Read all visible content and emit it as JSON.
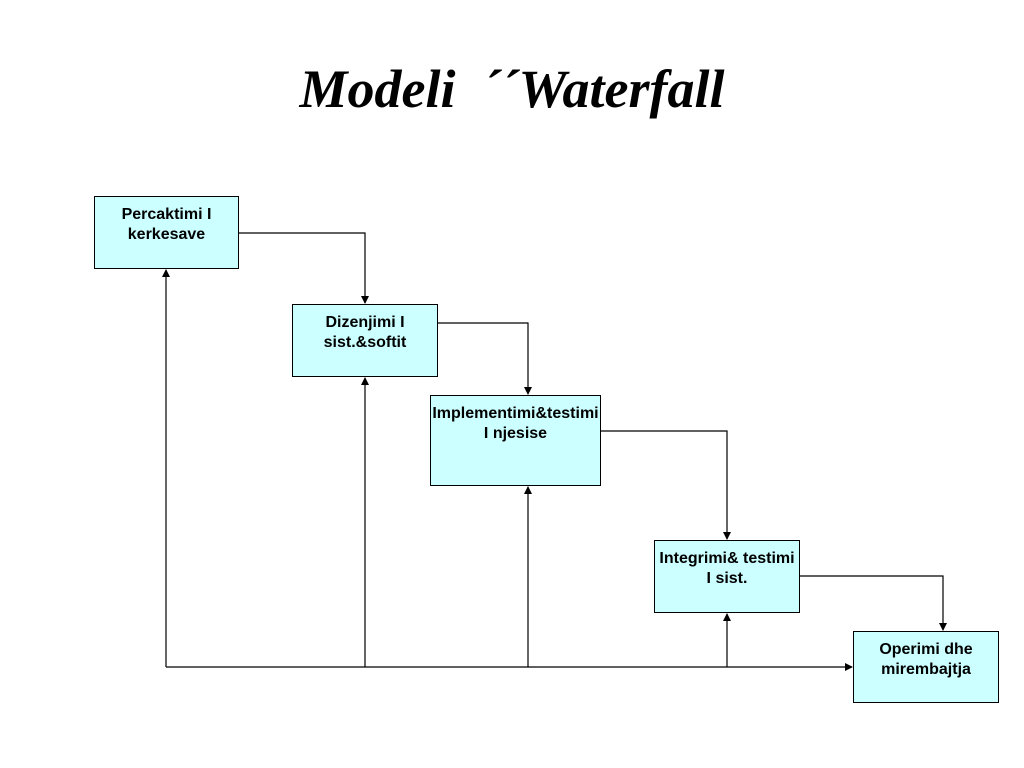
{
  "title": "Modeli  ´´Waterfall",
  "colors": {
    "box_fill": "#ccffff",
    "line": "#000000",
    "text": "#000000"
  },
  "phases": [
    {
      "id": "req",
      "label": "Percaktimi I kerkesave"
    },
    {
      "id": "des",
      "label": "Dizenjimi I sist.&softit"
    },
    {
      "id": "impl",
      "label": "Implementimi&testimi I njesise"
    },
    {
      "id": "int",
      "label": "Integrimi& testimi I sist."
    },
    {
      "id": "op",
      "label": "Operimi dhe mirembajtja"
    }
  ],
  "flows": [
    {
      "from": "req",
      "to": "des",
      "kind": "forward"
    },
    {
      "from": "des",
      "to": "impl",
      "kind": "forward"
    },
    {
      "from": "impl",
      "to": "int",
      "kind": "forward"
    },
    {
      "from": "int",
      "to": "op",
      "kind": "forward"
    },
    {
      "from": "op",
      "to": "int",
      "kind": "feedback"
    },
    {
      "from": "op",
      "to": "impl",
      "kind": "feedback"
    },
    {
      "from": "op",
      "to": "des",
      "kind": "feedback"
    },
    {
      "from": "op",
      "to": "req",
      "kind": "feedback"
    }
  ]
}
